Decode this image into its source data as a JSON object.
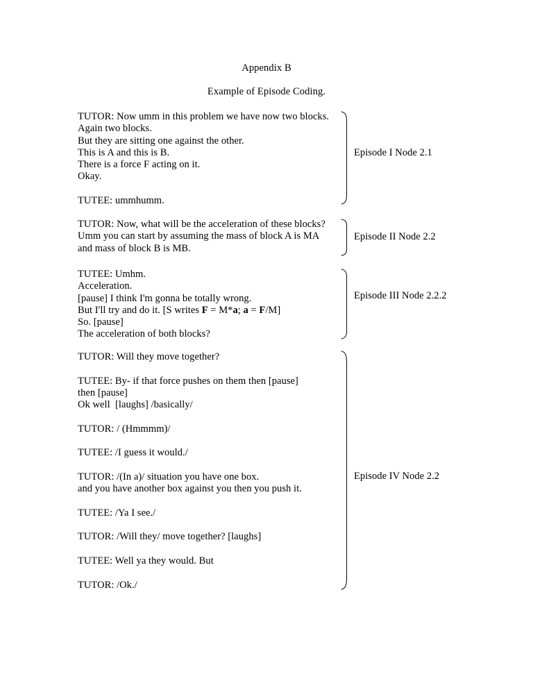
{
  "document": {
    "heading": "Appendix B",
    "subtitle": "Example of Episode Coding."
  },
  "episodes": [
    {
      "id": "episode-1",
      "label": "Episode I Node 2.1",
      "lines": [
        "TUTOR: Now umm in this problem we have now two blocks.",
        "Again two blocks.",
        "But they are sitting one against the other.",
        "This is A and this is B.",
        "There is a force F acting on it.",
        "Okay.",
        "",
        "TUTEE: ummhumm."
      ]
    },
    {
      "id": "episode-2",
      "label": "Episode II Node 2.2",
      "lines": [
        "TUTOR: Now, what will be the acceleration of these blocks?",
        "Umm you can start by assuming the mass of block A is MA",
        "and mass of block B is MB."
      ]
    },
    {
      "id": "episode-3",
      "label": "Episode III Node 2.2.2",
      "lines": [
        "TUTEE: Umhm.",
        "Acceleration.",
        "[pause] I think I'm gonna be totally wrong.",
        "But I'll try and do it. [S writes F = M*a; a = F/M]",
        "So. [pause]",
        "The acceleration of both blocks?"
      ],
      "formula_line_index": 3,
      "formula": {
        "prefix": "But I'll try and do it. [S writes ",
        "bold_tokens": [
          "F",
          "a",
          "a",
          "F"
        ],
        "text": "F = M*a; a = F/M]"
      }
    },
    {
      "id": "episode-4",
      "label": "Episode IV Node 2.2",
      "lines": [
        "TUTOR: Will they move together?",
        "",
        "TUTEE: By- if that force pushes on them then [pause]",
        "then [pause]",
        "Ok well  [laughs] /basically/",
        "",
        "TUTOR: / (Hmmmm)/",
        "",
        "TUTEE: /I guess it would./",
        "",
        "TUTOR: /(In a)/ situation you have one box.",
        "and you have another box against you then you push it.",
        "",
        "TUTEE: /Ya I see./",
        "",
        "TUTOR: /Will they/ move together? [laughs]",
        "",
        "TUTEE: Well ya they would. But",
        "",
        "TUTOR: /Ok./"
      ]
    }
  ],
  "colors": {
    "text": "#000000",
    "background": "#ffffff",
    "brace": "#1a1a1a"
  }
}
